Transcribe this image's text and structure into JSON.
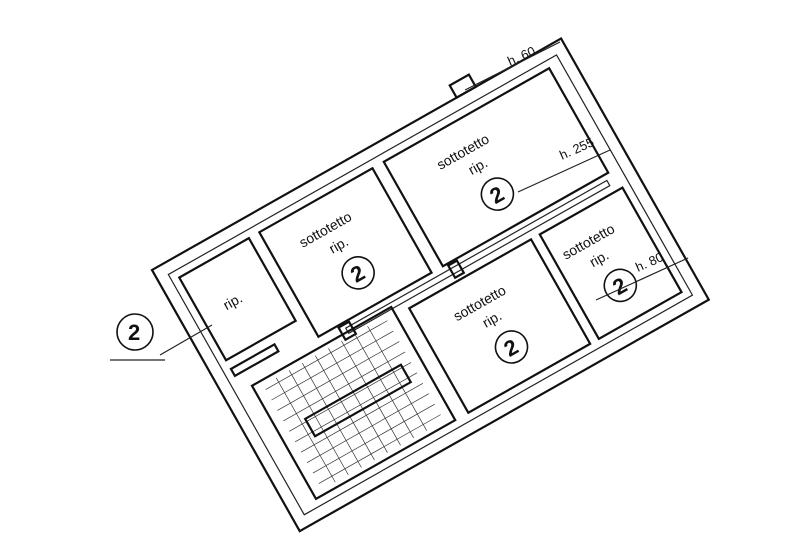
{
  "rooms": [
    {
      "name": "sottotetto",
      "sub": "rip.",
      "tag": "2"
    },
    {
      "name": "sottotetto",
      "sub": "rip.",
      "tag": "2"
    },
    {
      "name": "sottotetto",
      "sub": "rip.",
      "tag": "2"
    },
    {
      "name": "sottotetto",
      "sub": "rip.",
      "tag": "2"
    }
  ],
  "small_room": {
    "label": "rip."
  },
  "external_tag": "2",
  "heights": [
    "h. 60",
    "h. 255",
    "h. 80"
  ]
}
